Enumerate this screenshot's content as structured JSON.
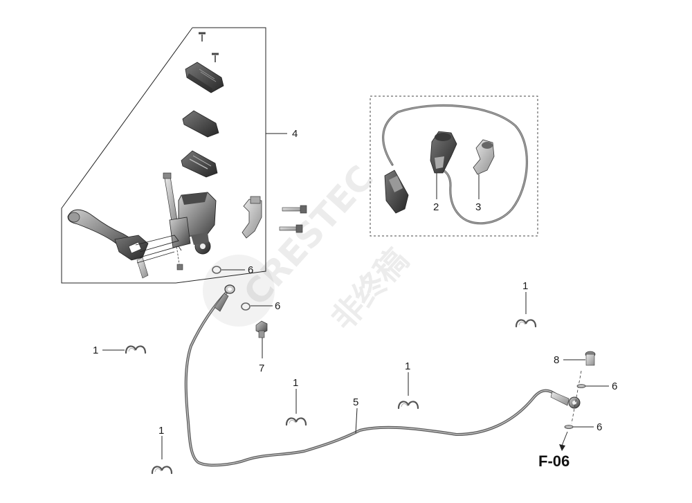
{
  "watermark": {
    "brand": "CRESTEC",
    "status": "非终稿"
  },
  "callouts": {
    "clip_1": "1",
    "switch_2": "2",
    "bracket_3": "3",
    "assembly_4": "4",
    "hose_5": "5",
    "washer_6": "6",
    "bolt_7": "7",
    "bleeder_8": "8"
  },
  "reference": {
    "label": "F-06"
  },
  "colors": {
    "line": "#222222",
    "part_dark": "#3e3e3e",
    "part_light": "#d0d0d0",
    "hose": "#5e5e5e"
  }
}
